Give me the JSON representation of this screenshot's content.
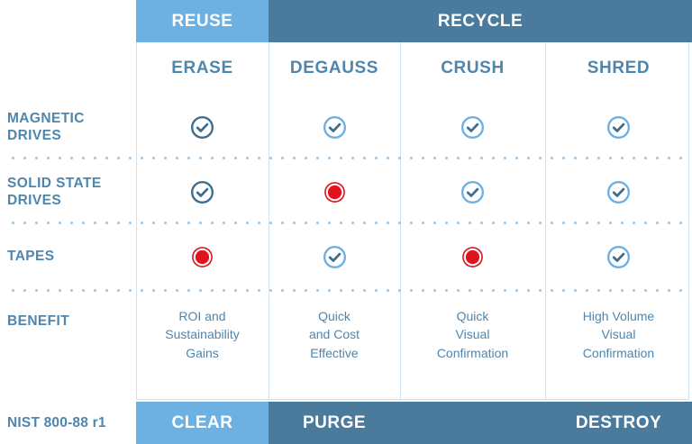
{
  "top_bands": [
    {
      "label": "",
      "name": "spacer"
    },
    {
      "label": "REUSE",
      "name": "reuse"
    },
    {
      "label": "RECYCLE",
      "name": "recycle"
    }
  ],
  "columns": [
    {
      "label": "ERASE"
    },
    {
      "label": "DEGAUSS"
    },
    {
      "label": "CRUSH"
    },
    {
      "label": "SHRED"
    }
  ],
  "rows": [
    {
      "label": "MAGNETIC\nDRIVES",
      "cells": [
        "check-dark",
        "check-light",
        "check-light",
        "check-light"
      ]
    },
    {
      "label": "SOLID STATE\nDRIVES",
      "cells": [
        "check-dark",
        "cross-red",
        "check-light",
        "check-light"
      ]
    },
    {
      "label": "TAPES",
      "cells": [
        "cross-red",
        "check-light",
        "cross-red",
        "check-light"
      ]
    }
  ],
  "benefit": {
    "label": "BENEFIT",
    "values": [
      "ROI and\nSustainability\nGains",
      "Quick\nand Cost\nEffective",
      "Quick\nVisual\nConfirmation",
      "High Volume\nVisual\nConfirmation"
    ]
  },
  "footer": {
    "standard_label": "NIST 800-88 r1",
    "clear": "CLEAR",
    "purge": "PURGE",
    "destroy": "DESTROY"
  },
  "icons": {
    "check_dark_name": "check-circle-icon",
    "check_light_name": "check-circle-icon",
    "cross_red_name": "cross-circle-icon"
  },
  "colors": {
    "light_blue": "#6DB0E2",
    "dark_blue": "#4A7B9D",
    "text_blue": "#4E86AE",
    "red": "#E3121C",
    "rule": "#CFE2F1",
    "dot": "#9CC8E8"
  }
}
